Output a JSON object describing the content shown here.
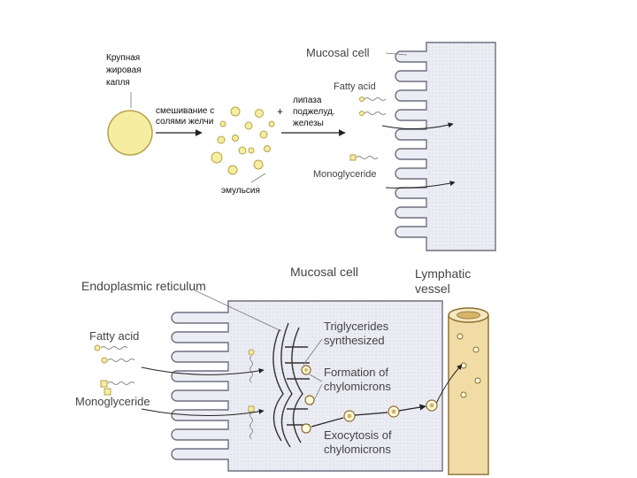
{
  "top_panel": {
    "large_drop_label": [
      "Крупная",
      "жировая",
      "капля"
    ],
    "mixing_label": [
      "смешивание с",
      "солями желчи"
    ],
    "lipase_plus": "+",
    "lipase_label": [
      "липаза",
      "поджелуд.",
      "железы"
    ],
    "emulsion_label": "эмульсия",
    "mucosal_cell_label": "Mucosal cell",
    "fatty_acid_label": "Fatty acid",
    "monoglyceride_label": "Monoglyceride"
  },
  "bottom_panel": {
    "er_label": "Endoplasmic reticulum",
    "mucosal_cell_label": "Mucosal cell",
    "lymphatic_label": [
      "Lymphatic",
      "vessel"
    ],
    "fatty_acid_label": "Fatty acid",
    "monoglyceride_label": "Monoglyceride",
    "triglycerides_label": [
      "Triglycerides",
      "synthesized"
    ],
    "formation_label": [
      "Formation of",
      "chylomicrons"
    ],
    "exocytosis_label": [
      "Exocytosis of",
      "chylomicrons"
    ]
  },
  "colors": {
    "droplet_fill": "#f5eda0",
    "droplet_stroke": "#b8a24a",
    "cell_fill": "#e9e9f3",
    "cell_stroke": "#6f6f80",
    "lymph_fill": "#f1dca6",
    "lymph_stroke": "#8b6d2c",
    "label_text": "#444444",
    "arrow": "#222222"
  }
}
